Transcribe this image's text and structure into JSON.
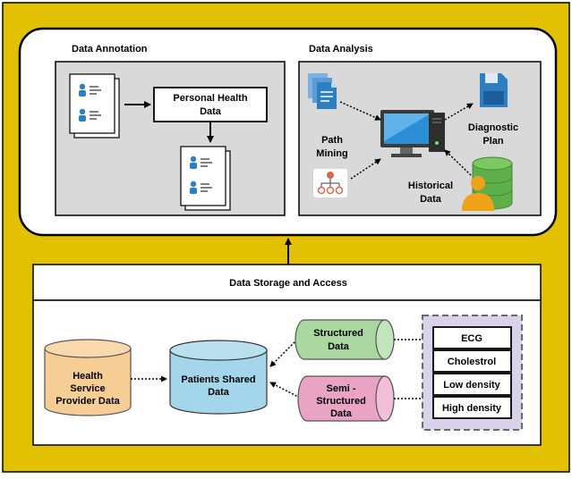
{
  "colors": {
    "frame": "#e2c100",
    "panel_gray": "#d9d9d9",
    "orange_cyl": "#f7cd96",
    "blue_cyl": "#a3d6ea",
    "green_cyl": "#a9d8a1",
    "pink_cyl": "#e9a4c4",
    "purple_box": "#d9d2ea",
    "icon_blue": "#2e7ec2"
  },
  "annotation": {
    "title": "Data Annotation",
    "personal_health": [
      "Personal Health",
      "Data"
    ]
  },
  "analysis": {
    "title": "Data Analysis",
    "path_mining": [
      "Path",
      "Mining"
    ],
    "diagnostic_plan": [
      "Diagnostic",
      "Plan"
    ],
    "historical_data": [
      "Historical",
      "Data"
    ]
  },
  "storage": {
    "title": "Data Storage and Access",
    "provider": [
      "Health",
      "Service",
      "Provider Data"
    ],
    "shared": [
      "Patients Shared",
      "Data"
    ],
    "structured": [
      "Structured",
      "Data"
    ],
    "semi": [
      "Semi -",
      "Structured",
      "Data"
    ],
    "items": [
      "ECG",
      "Cholestrol",
      "Low density",
      "High density"
    ]
  }
}
